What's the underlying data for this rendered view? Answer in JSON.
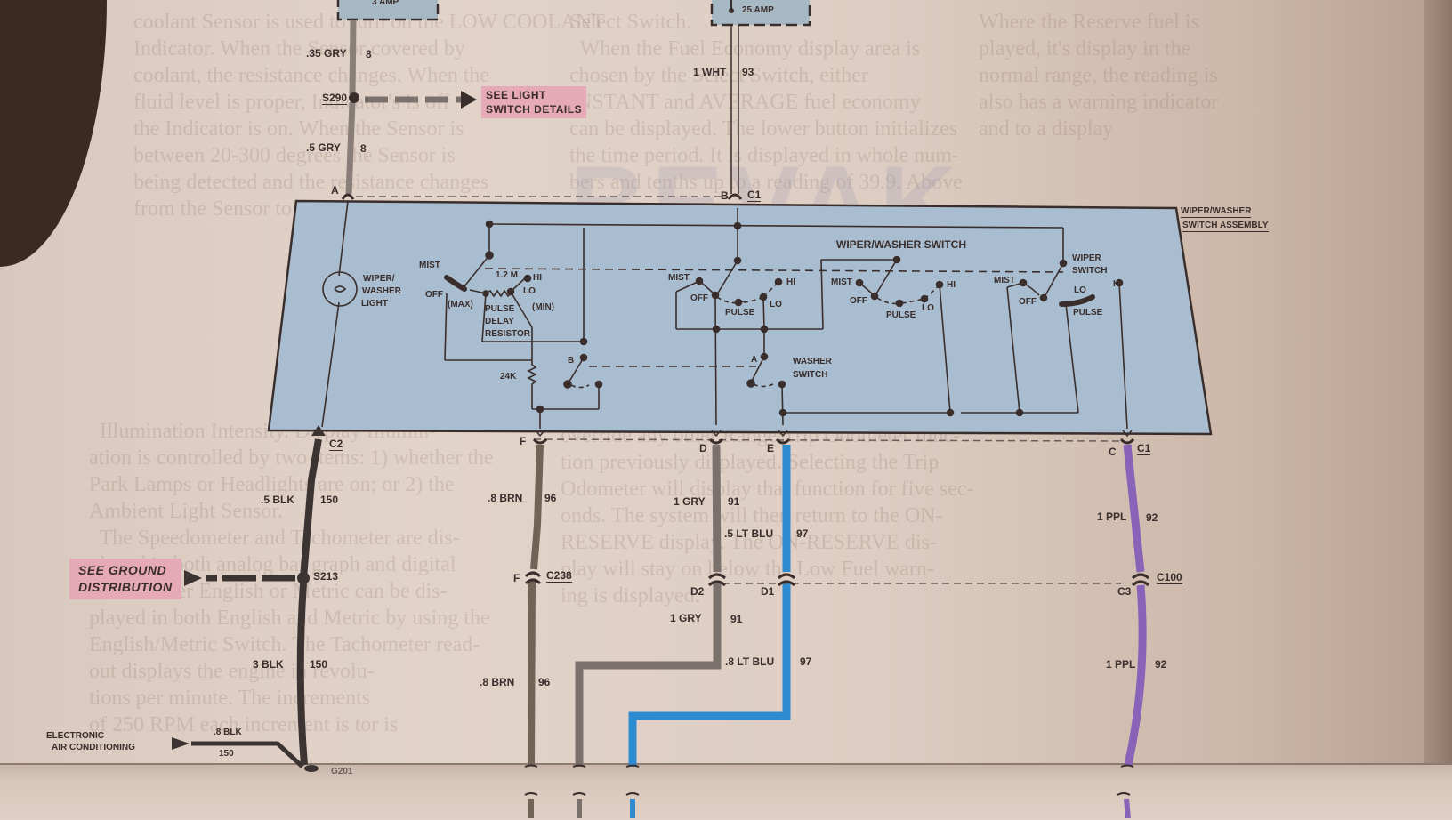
{
  "diagram": {
    "title": "WIPER/WASHER SWITCH ASSEMBLY",
    "watermark": "BEVAK",
    "fuses": [
      {
        "label": "3 AMP"
      },
      {
        "label": "25 AMP"
      }
    ],
    "references": {
      "light_switch": {
        "line1": "SEE LIGHT",
        "line2": "SWITCH DETAILS"
      },
      "ground_distribution": {
        "line1": "SEE GROUND",
        "line2": "DISTRIBUTION"
      },
      "electronic_ac": {
        "line1": "ELECTRONIC",
        "line2": "AIR CONDITIONING"
      }
    },
    "splices": {
      "s290": "S290",
      "s213": "S213",
      "g201": "G201"
    },
    "connectors": {
      "a": "A",
      "b": "B",
      "c1_top": "C1",
      "c2": "C2",
      "f": "F",
      "d": "D",
      "e": "E",
      "c": "C",
      "c1_bottom": "C1",
      "c238_pin": "F",
      "c238": "C238",
      "d2": "D2",
      "d1": "D1",
      "c3": "C3",
      "c100": "C100"
    },
    "wires": [
      {
        "id": "w_35gry",
        "size_color": ".35 GRY",
        "circuit": "8"
      },
      {
        "id": "w_5gry",
        "size_color": ".5 GRY",
        "circuit": "8"
      },
      {
        "id": "w_1wht",
        "size_color": "1 WHT",
        "circuit": "93"
      },
      {
        "id": "w_5blk",
        "size_color": ".5 BLK",
        "circuit": "150"
      },
      {
        "id": "w_3blk",
        "size_color": "3 BLK",
        "circuit": "150"
      },
      {
        "id": "w_8blk",
        "size_color": ".8 BLK",
        "circuit": "150"
      },
      {
        "id": "w_8brn_a",
        "size_color": ".8 BRN",
        "circuit": "96"
      },
      {
        "id": "w_8brn_b",
        "size_color": ".8 BRN",
        "circuit": "96"
      },
      {
        "id": "w_1gry_a",
        "size_color": "1 GRY",
        "circuit": "91"
      },
      {
        "id": "w_1gry_b",
        "size_color": "1 GRY",
        "circuit": "91"
      },
      {
        "id": "w_5ltblu",
        "size_color": ".5 LT BLU",
        "circuit": "97"
      },
      {
        "id": "w_8ltblu",
        "size_color": ".8 LT BLU",
        "circuit": "97"
      },
      {
        "id": "w_1ppl_a",
        "size_color": "1 PPL",
        "circuit": "92"
      },
      {
        "id": "w_1ppl_b",
        "size_color": "1 PPL",
        "circuit": "92"
      }
    ],
    "assembly": {
      "title_line1": "WIPER/WASHER",
      "title_line2": "SWITCH ASSEMBLY",
      "light": {
        "line1": "WIPER/",
        "line2": "WASHER",
        "line3": "LIGHT"
      },
      "pulse_delay": {
        "mist": "MIST",
        "off": "OFF",
        "max": "(MAX)",
        "min": "(MIN)",
        "res_value": "1.2 M",
        "hi": "HI",
        "lo": "LO",
        "res_line1": "PULSE",
        "res_line2": "DELAY",
        "res_line3": "RESISTOR",
        "r24k": "24K",
        "b": "B"
      },
      "switch_1": {
        "mist": "MIST",
        "off": "OFF",
        "pulse": "PULSE",
        "lo": "LO",
        "hi": "HI"
      },
      "switch_2_title": "WIPER/WASHER SWITCH",
      "switch_2": {
        "mist": "MIST",
        "off": "OFF",
        "pulse": "PULSE",
        "lo": "LO",
        "hi": "HI"
      },
      "washer_switch": {
        "a": "A",
        "line1": "WASHER",
        "line2": "SWITCH"
      },
      "wiper_switch": {
        "line1": "WIPER",
        "line2": "SWITCH",
        "mist": "MIST",
        "off": "OFF",
        "lo": "LO",
        "pulse": "PULSE",
        "hi": "HI"
      }
    },
    "colors": {
      "assembly_fill": "#a9bdd0",
      "fuse_fill": "#a6b8c3",
      "ref_box": "#e6a9b8",
      "wire_gray": "#7a716d",
      "wire_black": "#3c3433",
      "wire_brown": "#726357",
      "wire_blue": "#2f8bd0",
      "wire_purple": "#8a63b8",
      "ink": "#3a2e2c"
    }
  }
}
